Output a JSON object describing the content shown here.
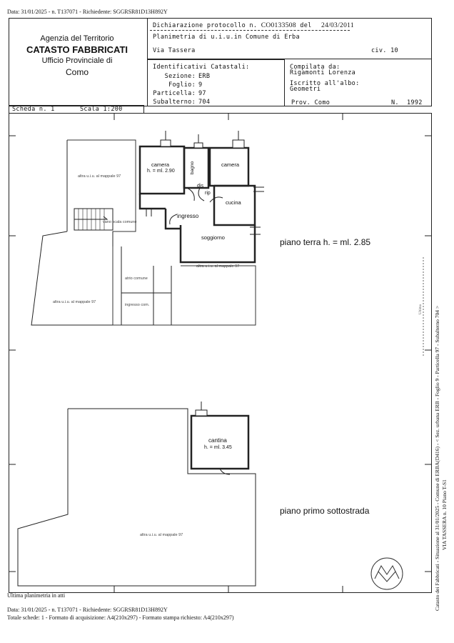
{
  "top_line": "Data: 31/01/2025 - n. T137071 - Richiedente: SGGRSR81D13H892Y",
  "agency": {
    "line1": "Agenzia del Territorio",
    "line2": "CATASTO FABBRICATI",
    "line3": "Ufficio Provinciale di",
    "line4": "Como"
  },
  "header": {
    "dichiarazione_label": "Dichiarazione protocollo n.",
    "dichiarazione_value": "CO0133508",
    "del_label": "del",
    "del_value": "24/03/2011",
    "planimetria": "Planimetria di u.i.u.in Comune di Erba",
    "via": "Via Tassera",
    "civ": "civ. 10"
  },
  "identificativi": {
    "title": "Identificativi Catastali:",
    "sezione_label": "Sezione:",
    "sezione_value": "ERB",
    "foglio_label": "Foglio:",
    "foglio_value": "9",
    "particella_label": "Particella:",
    "particella_value": "97",
    "subalterno_label": "Subalterno:",
    "subalterno_value": "704"
  },
  "compilata": {
    "title": "Compilata da:",
    "name": "Rigamonti Lorenza",
    "iscritto": "Iscritto all'albo:",
    "albo": "Geometri",
    "prov_label": "Prov. Como",
    "n_label": "N.",
    "n_value": "1992"
  },
  "scheda": {
    "scheda": "Scheda n. 1",
    "scala": "Scala 1:200"
  },
  "plan_top": {
    "camera1": "camera",
    "camera1_h": "h. = ml. 2.90",
    "bagno": "bagno",
    "camera2": "camera",
    "dis": "dis",
    "rip": "rip",
    "cucina": "cucina",
    "ingresso": "ingresso",
    "soggiorno": "soggiorno",
    "vano_scala": "vano scala comune",
    "altra1": "altra u.i.u. al mappale 97",
    "altra2": "altra u.i.u. al mappale 97",
    "altra3": "altra u.i.u. al mappale 97",
    "atrio": "atrio comune",
    "ingresso_com": "ingresso com.",
    "piano_label": "piano terra h. = ml. 2.85"
  },
  "plan_bottom": {
    "cantina": "cantina",
    "cantina_h": "h. = ml. 3.45",
    "altra": "altra u.i.u. al mappale 97",
    "piano_label": "piano primo sottostrada"
  },
  "side_text": {
    "line1": "Catasto dei Fabbricati - Situazione al 31/01/2025 - Comune di ERBA(D416) - < Sez. urbana ERB - Foglio 9 - Particella 97 - Subalterno 704 >",
    "line2": "VIA TASSERA n. 10 Piano T-S1",
    "ruler": "Ultima"
  },
  "footer": {
    "ultima": "Ultima planimetria in atti",
    "line1": "Data: 31/01/2025 - n. T137071 - Richiedente: SGGRSR81D13H892Y",
    "line2": "Totale schede: 1 - Formato di acquisizione: A4(210x297) - Formato stampa richiesto: A4(210x297)"
  }
}
